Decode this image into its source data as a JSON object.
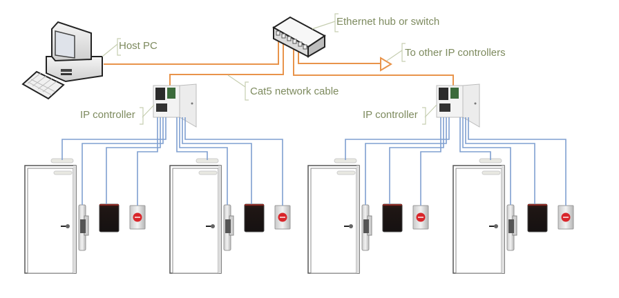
{
  "diagram": {
    "type": "network-topology",
    "labels": {
      "host_pc": "Host PC",
      "hub": "Ethernet hub or switch",
      "other_controllers": "To other IP controllers",
      "cable": "Cat5 network cable",
      "controller_left": "IP controller",
      "controller_right": "IP controller"
    },
    "colors": {
      "network_cable": "#e8934a",
      "device_wire": "#7f9fd0",
      "label_text": "#7d8a5e",
      "callout_line": "#c6ceb0",
      "exit_button": "#d8262b",
      "reader_body": "#1c1412"
    },
    "controllers": [
      {
        "id": "left",
        "doors": [
          "door-1",
          "door-2"
        ]
      },
      {
        "id": "right",
        "doors": [
          "door-3",
          "door-4"
        ]
      }
    ],
    "door_devices": [
      "door-contact",
      "electric-strike",
      "card-reader",
      "exit-button"
    ]
  }
}
